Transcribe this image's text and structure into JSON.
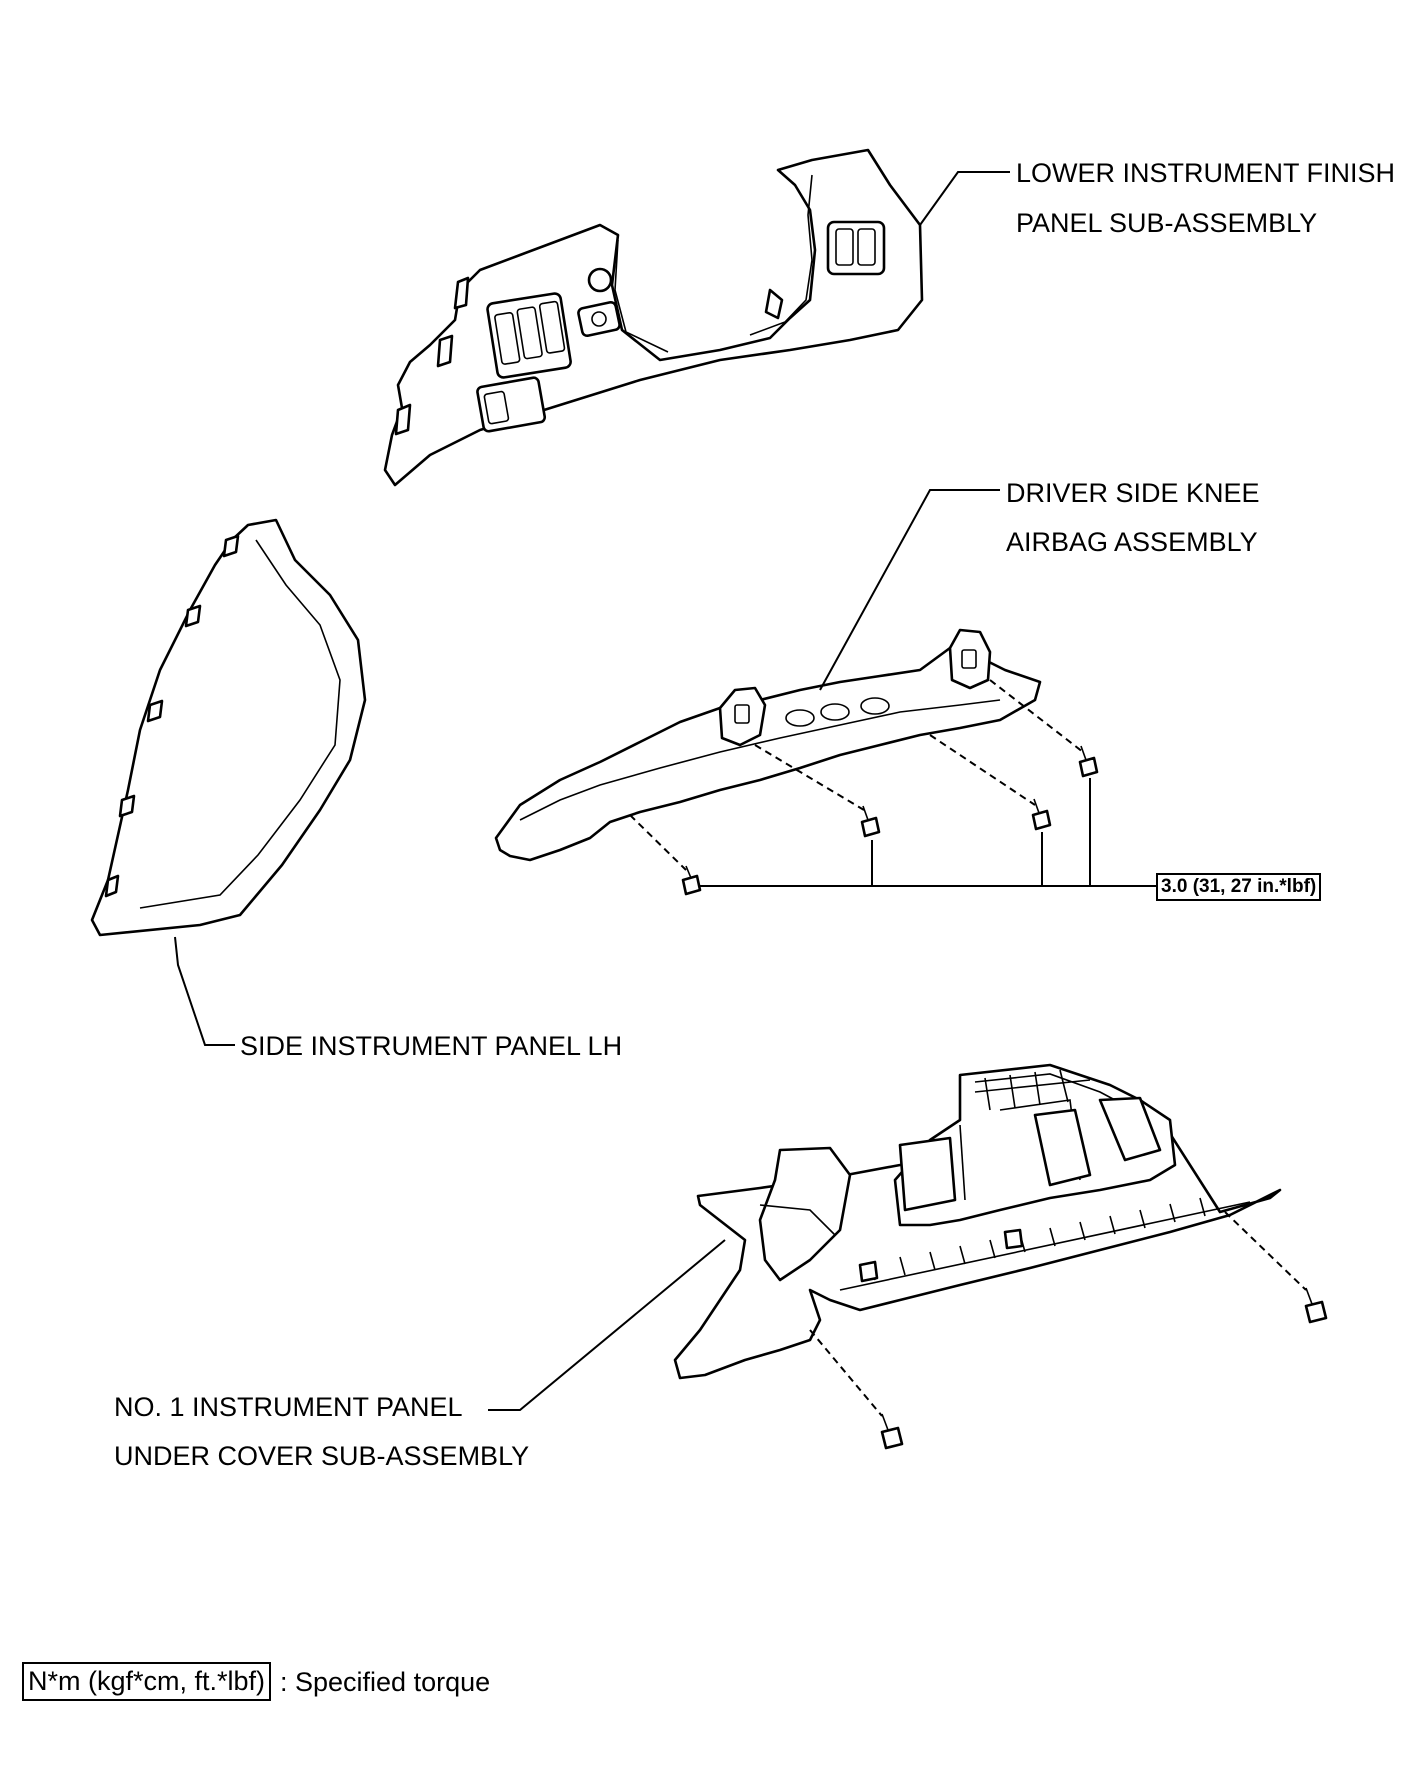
{
  "labels": {
    "lower_panel_line1": "LOWER INSTRUMENT FINISH",
    "lower_panel_line2": "PANEL SUB-ASSEMBLY",
    "knee_airbag_line1": "DRIVER SIDE KNEE",
    "knee_airbag_line2": "AIRBAG ASSEMBLY",
    "side_panel": "SIDE INSTRUMENT PANEL LH",
    "under_cover_line1": "NO. 1 INSTRUMENT PANEL",
    "under_cover_line2": "UNDER COVER SUB-ASSEMBLY"
  },
  "torque": {
    "value": "3.0 (31, 27 in.*lbf)"
  },
  "legend": {
    "boxed_unit": "N*m (kgf*cm, ft.*lbf)",
    "description": ": Specified torque"
  }
}
